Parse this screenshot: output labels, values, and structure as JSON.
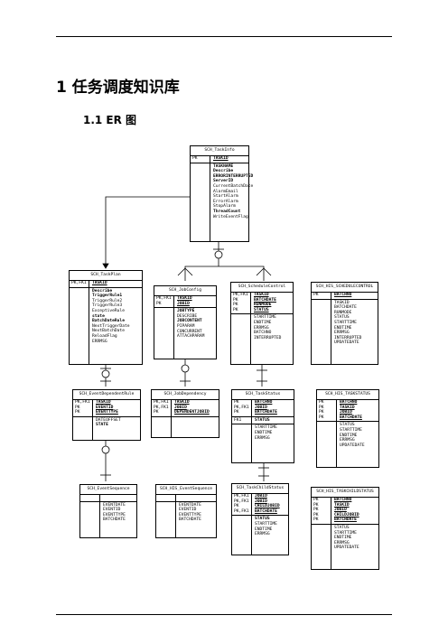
{
  "heading": "1 任务调度知识库",
  "subheading": "1.1 ER 图",
  "entities": {
    "taskinfo": {
      "title": "SCH_TaskInfo",
      "keys": [
        {
          "k": "PK",
          "f": "TASKID",
          "pk": true
        }
      ],
      "attrs": [
        {
          "f": "TASKNAME",
          "b": true
        },
        {
          "f": "Describe",
          "b": true
        },
        {
          "f": "ERRORINTERRUPTED",
          "b": true
        },
        {
          "f": "ServerID",
          "b": true
        },
        {
          "f": "CurrentBatchDate"
        },
        {
          "f": "AlarmEmail"
        },
        {
          "f": "StartAlarm"
        },
        {
          "f": "ErrorAlarm"
        },
        {
          "f": "StopAlarm"
        },
        {
          "f": "ThreadCount",
          "b": true
        },
        {
          "f": "WriteEventFlag"
        }
      ]
    },
    "taskplan": {
      "title": "SCH_TaskPlan",
      "keys": [
        {
          "k": "PK,FK1",
          "f": "TASKID",
          "pk": true
        }
      ],
      "attrs": [
        {
          "f": "Describe",
          "b": true
        },
        {
          "f": "TriggerRule1",
          "b": true
        },
        {
          "f": "TriggerRule2"
        },
        {
          "f": "TriggerRule3"
        },
        {
          "f": "ExceptiveRule"
        },
        {
          "f": "state",
          "b": true
        },
        {
          "f": "BatchDateRule",
          "b": true
        },
        {
          "f": "NextTriggerDate"
        },
        {
          "f": "NextBatchDate"
        },
        {
          "f": "ReloadFlag"
        },
        {
          "f": "ERRMSG"
        }
      ]
    },
    "jobconfig": {
      "title": "SCH_JobConfig",
      "keys": [
        {
          "k": "PK,FK1",
          "f": "TASKID",
          "pk": true
        },
        {
          "k": "PK",
          "f": "JOBID",
          "pk": true
        }
      ],
      "attrs": [
        {
          "f": "JOBTYPE",
          "b": true
        },
        {
          "f": "DESCRIBE"
        },
        {
          "f": "JOBCONTENT",
          "b": true
        },
        {
          "f": "PIPARAM"
        },
        {
          "f": "CONCURRENT"
        },
        {
          "f": "ATTACHPARAM"
        }
      ]
    },
    "schedulecontrol": {
      "title": "SCH_ScheduleControl",
      "keys": [
        {
          "k": "PK,FK1",
          "f": "TASKID",
          "pk": true
        },
        {
          "k": "PK",
          "f": "BATCHDATE",
          "pk": true
        },
        {
          "k": "PK",
          "f": "RUNMODE",
          "pk": true
        },
        {
          "k": "PK",
          "f": "STATUS",
          "pk": true
        }
      ],
      "attrs": [
        {
          "f": "STARTTIME"
        },
        {
          "f": "ENDTIME"
        },
        {
          "f": "ERRMSG"
        },
        {
          "f": "BATCHNO"
        },
        {
          "f": "INTERRUPTED"
        }
      ]
    },
    "hisschedulecontrol": {
      "title": "SCH_HIS_SCHEDULECONTROL",
      "keys": [
        {
          "k": "PK",
          "f": "BATCHNO",
          "pk": true
        }
      ],
      "attrs": [
        {
          "f": "TASKID"
        },
        {
          "f": "BATCHDATE"
        },
        {
          "f": "RUNMODE"
        },
        {
          "f": "STATUS"
        },
        {
          "f": "STARTTIME"
        },
        {
          "f": "ENDTIME"
        },
        {
          "f": "ERRMSG"
        },
        {
          "f": "INTERRUPTED"
        },
        {
          "f": "UPDATEDATE"
        }
      ]
    },
    "eventdependentrule": {
      "title": "SCH_EventDependentRule",
      "keys": [
        {
          "k": "PK,FK1",
          "f": "TASKID",
          "pk": true
        },
        {
          "k": "PK",
          "f": "EVENTID",
          "pk": true
        },
        {
          "k": "PK",
          "f": "EVENTTYPE",
          "pk": true
        }
      ],
      "attrs": [
        {
          "f": "DATEOFFSET"
        },
        {
          "f": "STATE",
          "b": true
        }
      ]
    },
    "jobdependency": {
      "title": "SCH_JobDependency",
      "keys": [
        {
          "k": "PK,FK1",
          "f": "TASKID",
          "pk": true
        },
        {
          "k": "PK,FK1",
          "f": "JOBID",
          "pk": true
        },
        {
          "k": "PK",
          "f": "DEPENDENTJOBID",
          "pk": true
        }
      ],
      "attrs": []
    },
    "taskstatus": {
      "title": "SCH_TaskStatus",
      "keys": [
        {
          "k": "PK",
          "f": "BATCHNO",
          "pk": true
        },
        {
          "k": "PK,FK1",
          "f": "JOBID",
          "pk": true
        },
        {
          "k": "PK",
          "f": "BATCHDATE",
          "pk": true
        }
      ],
      "keys2": [
        {
          "k": "FK1",
          "f": "STATUS",
          "b": true
        }
      ],
      "attrs": [
        {
          "f": "STARTTIME"
        },
        {
          "f": "ENDTIME"
        },
        {
          "f": "ERRMSG"
        }
      ]
    },
    "histaskstatus": {
      "title": "SCH_HIS_TASKSTATUS",
      "keys": [
        {
          "k": "PK",
          "f": "BATCHNO",
          "pk": true
        },
        {
          "k": "PK",
          "f": "TASKID",
          "pk": true
        },
        {
          "k": "PK",
          "f": "JOBID",
          "pk": true
        },
        {
          "k": "PK",
          "f": "BATCHDATE",
          "pk": true
        }
      ],
      "attrs": [
        {
          "f": "STATUS"
        },
        {
          "f": "STARTTIME"
        },
        {
          "f": "ENDTIME"
        },
        {
          "f": "ERRMSG"
        },
        {
          "f": "UPDATEDATE"
        }
      ]
    },
    "eventsequence": {
      "title": "SCH_EventSequence",
      "keys": [
        {
          "k": "",
          "f": ""
        }
      ],
      "attrs": [
        {
          "f": "EVENTDATE"
        },
        {
          "f": "EVENTID"
        },
        {
          "f": "EVENTTYPE"
        },
        {
          "f": "BATCHDATE"
        }
      ]
    },
    "hiseventsequence": {
      "title": "SCH_HIS_EventSequence",
      "keys": [
        {
          "k": "",
          "f": ""
        }
      ],
      "attrs": [
        {
          "f": "EVENTDATE"
        },
        {
          "f": "EVENTID"
        },
        {
          "f": "EVENTTYPE"
        },
        {
          "f": "BATCHDATE"
        }
      ]
    },
    "taskchildstatus": {
      "title": "SCH_TaskChildStatus",
      "keys": [
        {
          "k": "PK,FK1",
          "f": "JOBID",
          "pk": true
        },
        {
          "k": "PK,FK1",
          "f": "JOBID",
          "pk": true
        },
        {
          "k": "PK",
          "f": "CHILDJOBID",
          "pk": true
        },
        {
          "k": "PK,FK1",
          "f": "BATCHDATE",
          "pk": true
        }
      ],
      "attrs": [
        {
          "f": "STATUS",
          "b": true
        },
        {
          "f": "STARTTIME"
        },
        {
          "f": "ENDTIME"
        },
        {
          "f": "ERRMSG"
        }
      ]
    },
    "histaskchildstatus": {
      "title": "SCH_HIS_TASKCHILDSTATUS",
      "keys": [
        {
          "k": "PK",
          "f": "BATCHNO",
          "pk": true
        },
        {
          "k": "PK",
          "f": "TASKID",
          "pk": true
        },
        {
          "k": "PK",
          "f": "JOBID",
          "pk": true
        },
        {
          "k": "PK",
          "f": "CHILDJOBID",
          "pk": true
        },
        {
          "k": "PK",
          "f": "BATCHDATE",
          "pk": true
        }
      ],
      "attrs": [
        {
          "f": "STATUS"
        },
        {
          "f": "STARTTIME"
        },
        {
          "f": "ENDTIME"
        },
        {
          "f": "ERRMSG"
        },
        {
          "f": "UPDATEDATE"
        }
      ]
    }
  }
}
